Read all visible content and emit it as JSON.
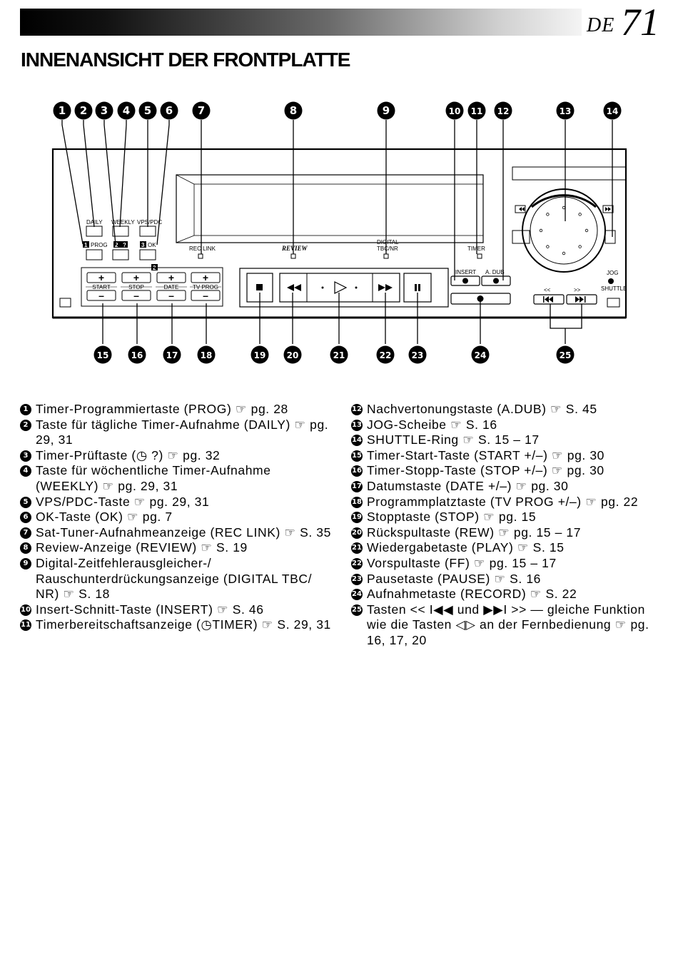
{
  "header": {
    "lang": "DE",
    "page_number": "71",
    "title": "INNENANSICHT DER FRONTPLATTE"
  },
  "diagram": {
    "top_callouts": [
      "1",
      "2",
      "3",
      "4",
      "5",
      "6",
      "7",
      "8",
      "9",
      "10",
      "11",
      "12",
      "13",
      "14"
    ],
    "bottom_callouts": [
      "15",
      "16",
      "17",
      "18",
      "19",
      "20",
      "21",
      "22",
      "23",
      "24",
      "25"
    ],
    "labels": {
      "daily": "DAILY",
      "weekly": "WEEKLY",
      "vps_pdc": "VPS/PDC",
      "prog": "PROG",
      "timer_check": "?",
      "ok": "OK",
      "prog_num": "1",
      "check_num": "2",
      "ok_num": "3",
      "small_2": "2",
      "rec_link": "REC LINK",
      "review": "REVIEW",
      "digital": "DIGITAL",
      "tbc_nr": "TBC/NR",
      "timer": "TIMER",
      "insert": "INSERT",
      "a_dub": "A. DUB",
      "start": "START",
      "stop": "STOP",
      "date": "DATE",
      "tv_prog": "TV PROG",
      "jog": "JOG",
      "shuttle": "SHUTTLE"
    }
  },
  "legend": {
    "left": [
      {
        "num": "1",
        "text": "Timer-Programmiertaste (PROG) ☞ pg. 28"
      },
      {
        "num": "2",
        "text": "Taste für tägliche Timer-Aufnahme (DAILY) ☞ pg. 29, 31"
      },
      {
        "num": "3",
        "text": "Timer-Prüftaste (◷ ?) ☞ pg. 32"
      },
      {
        "num": "4",
        "text": "Taste für wöchentliche Timer-Aufnahme (WEEKLY) ☞ pg. 29, 31"
      },
      {
        "num": "5",
        "text": "VPS/PDC-Taste ☞ pg. 29, 31"
      },
      {
        "num": "6",
        "text": "OK-Taste (OK) ☞ pg. 7"
      },
      {
        "num": "7",
        "text": "Sat-Tuner-Aufnahmeanzeige (REC LINK) ☞ S. 35"
      },
      {
        "num": "8",
        "text": "Review-Anzeige (REVIEW) ☞ S. 19"
      },
      {
        "num": "9",
        "text": "Digital-Zeitfehlerausgleicher-/ Rauschunterdrückungsanzeige (DIGITAL TBC/ NR) ☞ S. 18"
      },
      {
        "num": "10",
        "text": "Insert-Schnitt-Taste (INSERT) ☞ S. 46"
      },
      {
        "num": "11",
        "text": "Timerbereitschaftsanzeige (◷TIMER) ☞ S. 29, 31"
      }
    ],
    "right": [
      {
        "num": "12",
        "text": "Nachvertonungstaste (A.DUB) ☞ S. 45"
      },
      {
        "num": "13",
        "text": "JOG-Scheibe ☞ S. 16"
      },
      {
        "num": "14",
        "text": "SHUTTLE-Ring ☞ S. 15 – 17"
      },
      {
        "num": "15",
        "text": "Timer-Start-Taste (START +/–) ☞ pg. 30"
      },
      {
        "num": "16",
        "text": "Timer-Stopp-Taste (STOP +/–) ☞ pg. 30"
      },
      {
        "num": "17",
        "text": "Datumstaste (DATE +/–) ☞ pg. 30"
      },
      {
        "num": "18",
        "text": "Programmplatztaste (TV PROG +/–) ☞ pg. 22"
      },
      {
        "num": "19",
        "text": "Stopptaste (STOP) ☞ pg. 15"
      },
      {
        "num": "20",
        "text": "Rückspultaste (REW) ☞ pg. 15 – 17"
      },
      {
        "num": "21",
        "text": "Wiedergabetaste (PLAY) ☞ S. 15"
      },
      {
        "num": "22",
        "text": "Vorspultaste (FF) ☞ pg. 15 – 17"
      },
      {
        "num": "23",
        "text": "Pausetaste (PAUSE) ☞ S. 16"
      },
      {
        "num": "24",
        "text": "Aufnahmetaste (RECORD) ☞ S. 22"
      },
      {
        "num": "25",
        "text": "Tasten << I◀◀ und ▶▶I >> — gleiche Funktion wie die Tasten ◁▷ an der Fernbedienung ☞ pg. 16, 17, 20"
      }
    ]
  }
}
